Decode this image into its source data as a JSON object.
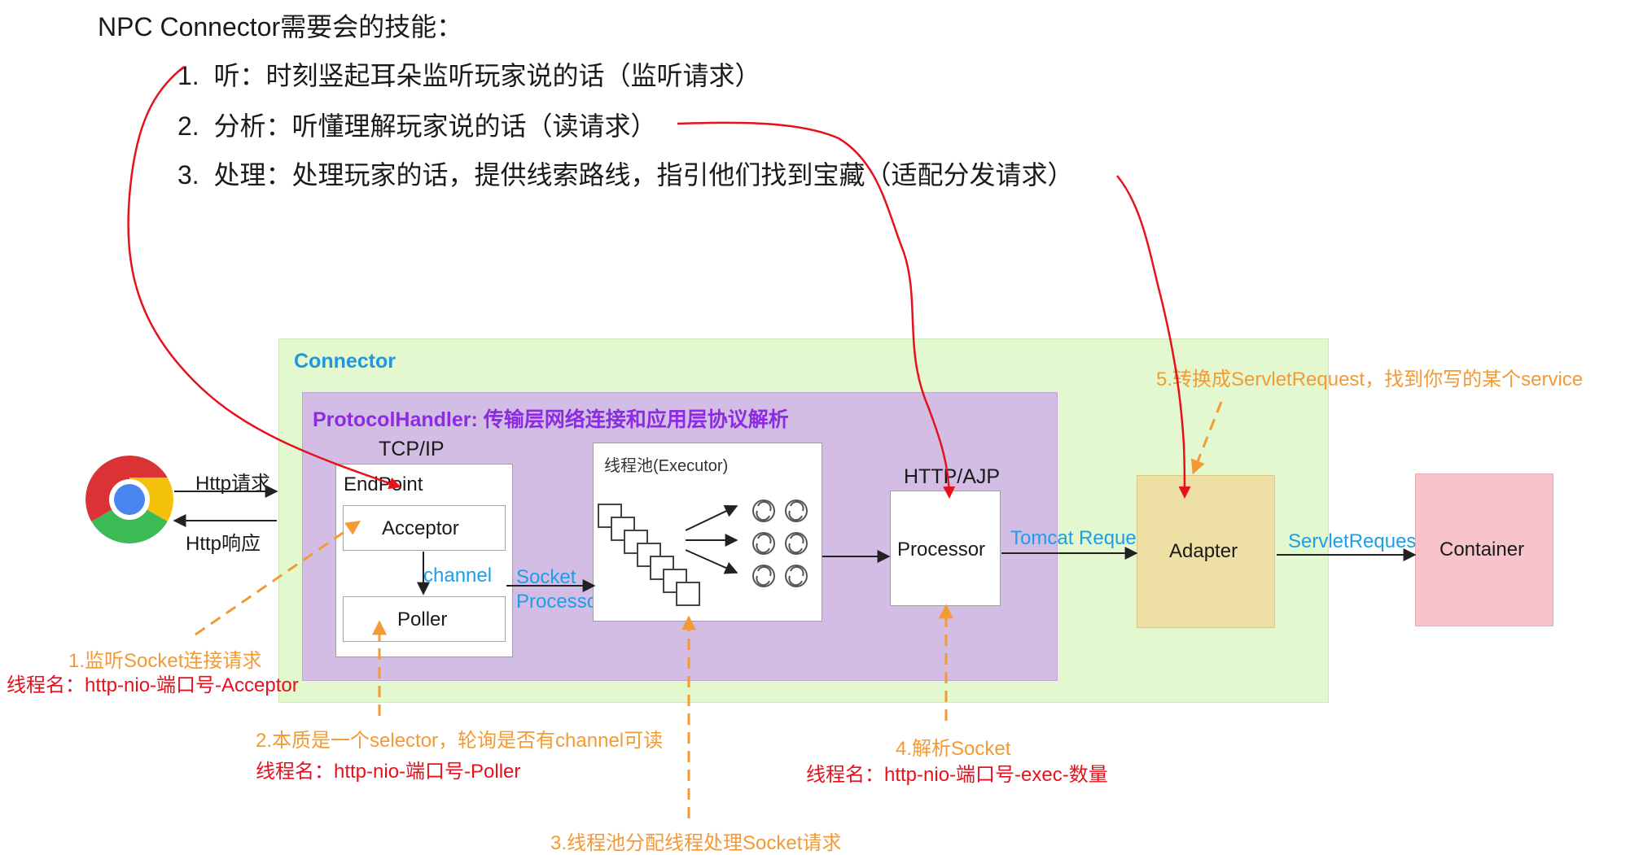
{
  "intro": "NPC Connector需要会的技能：",
  "list": [
    {
      "num": "1.",
      "text": "听：时刻竖起耳朵监听玩家说的话（监听请求）"
    },
    {
      "num": "2.",
      "text": "分析：听懂理解玩家说的话（读请求）"
    },
    {
      "num": "3.",
      "text": "处理：处理玩家的话，提供线索路线，指引他们找到宝藏（适配分发请求）"
    }
  ],
  "diagram": {
    "connector_title": "Connector",
    "protocol_title": "ProtocolHandler: 传输层网络连接和应用层协议解析",
    "tcpip_label": "TCP/IP",
    "endpoint_label": "EndPoint",
    "acceptor_label": "Acceptor",
    "poller_label": "Poller",
    "channel_label": "channel",
    "socket_processor_label_1": "Socket",
    "socket_processor_label_2": "Processor",
    "executor_label": "线程池(Executor)",
    "http_ajp_label": "HTTP/AJP",
    "processor_label": "Processor",
    "tomcat_request_label": "Tomcat Request",
    "adapter_label": "Adapter",
    "servlet_request_label": "ServletRequest",
    "container_label": "Container",
    "http_request_label": "Http请求",
    "http_response_label": "Http响应"
  },
  "notes": {
    "n1_title": "1.监听Socket连接请求",
    "n1_thread": "线程名：http-nio-端口号-Acceptor",
    "n2_title": "2.本质是一个selector，轮询是否有channel可读",
    "n2_thread": "线程名：http-nio-端口号-Poller",
    "n3_title": "3.线程池分配线程处理Socket请求",
    "n4_title": "4.解析Socket",
    "n4_thread": "线程名：http-nio-端口号-exec-数量",
    "n5_title": "5.转换成ServletRequest，找到你写的某个service"
  },
  "colors": {
    "connector_bg": "#e3f8cf",
    "protocol_bg": "#d3bde5",
    "adapter_bg": "#eedfa4",
    "container_bg": "#f6c4ca",
    "blue_text": "#1c9ee8",
    "orange_text": "#f39a34",
    "red_text": "#e8101d",
    "red_arrow": "#e8101d",
    "orange_arrow": "#f39a34"
  }
}
